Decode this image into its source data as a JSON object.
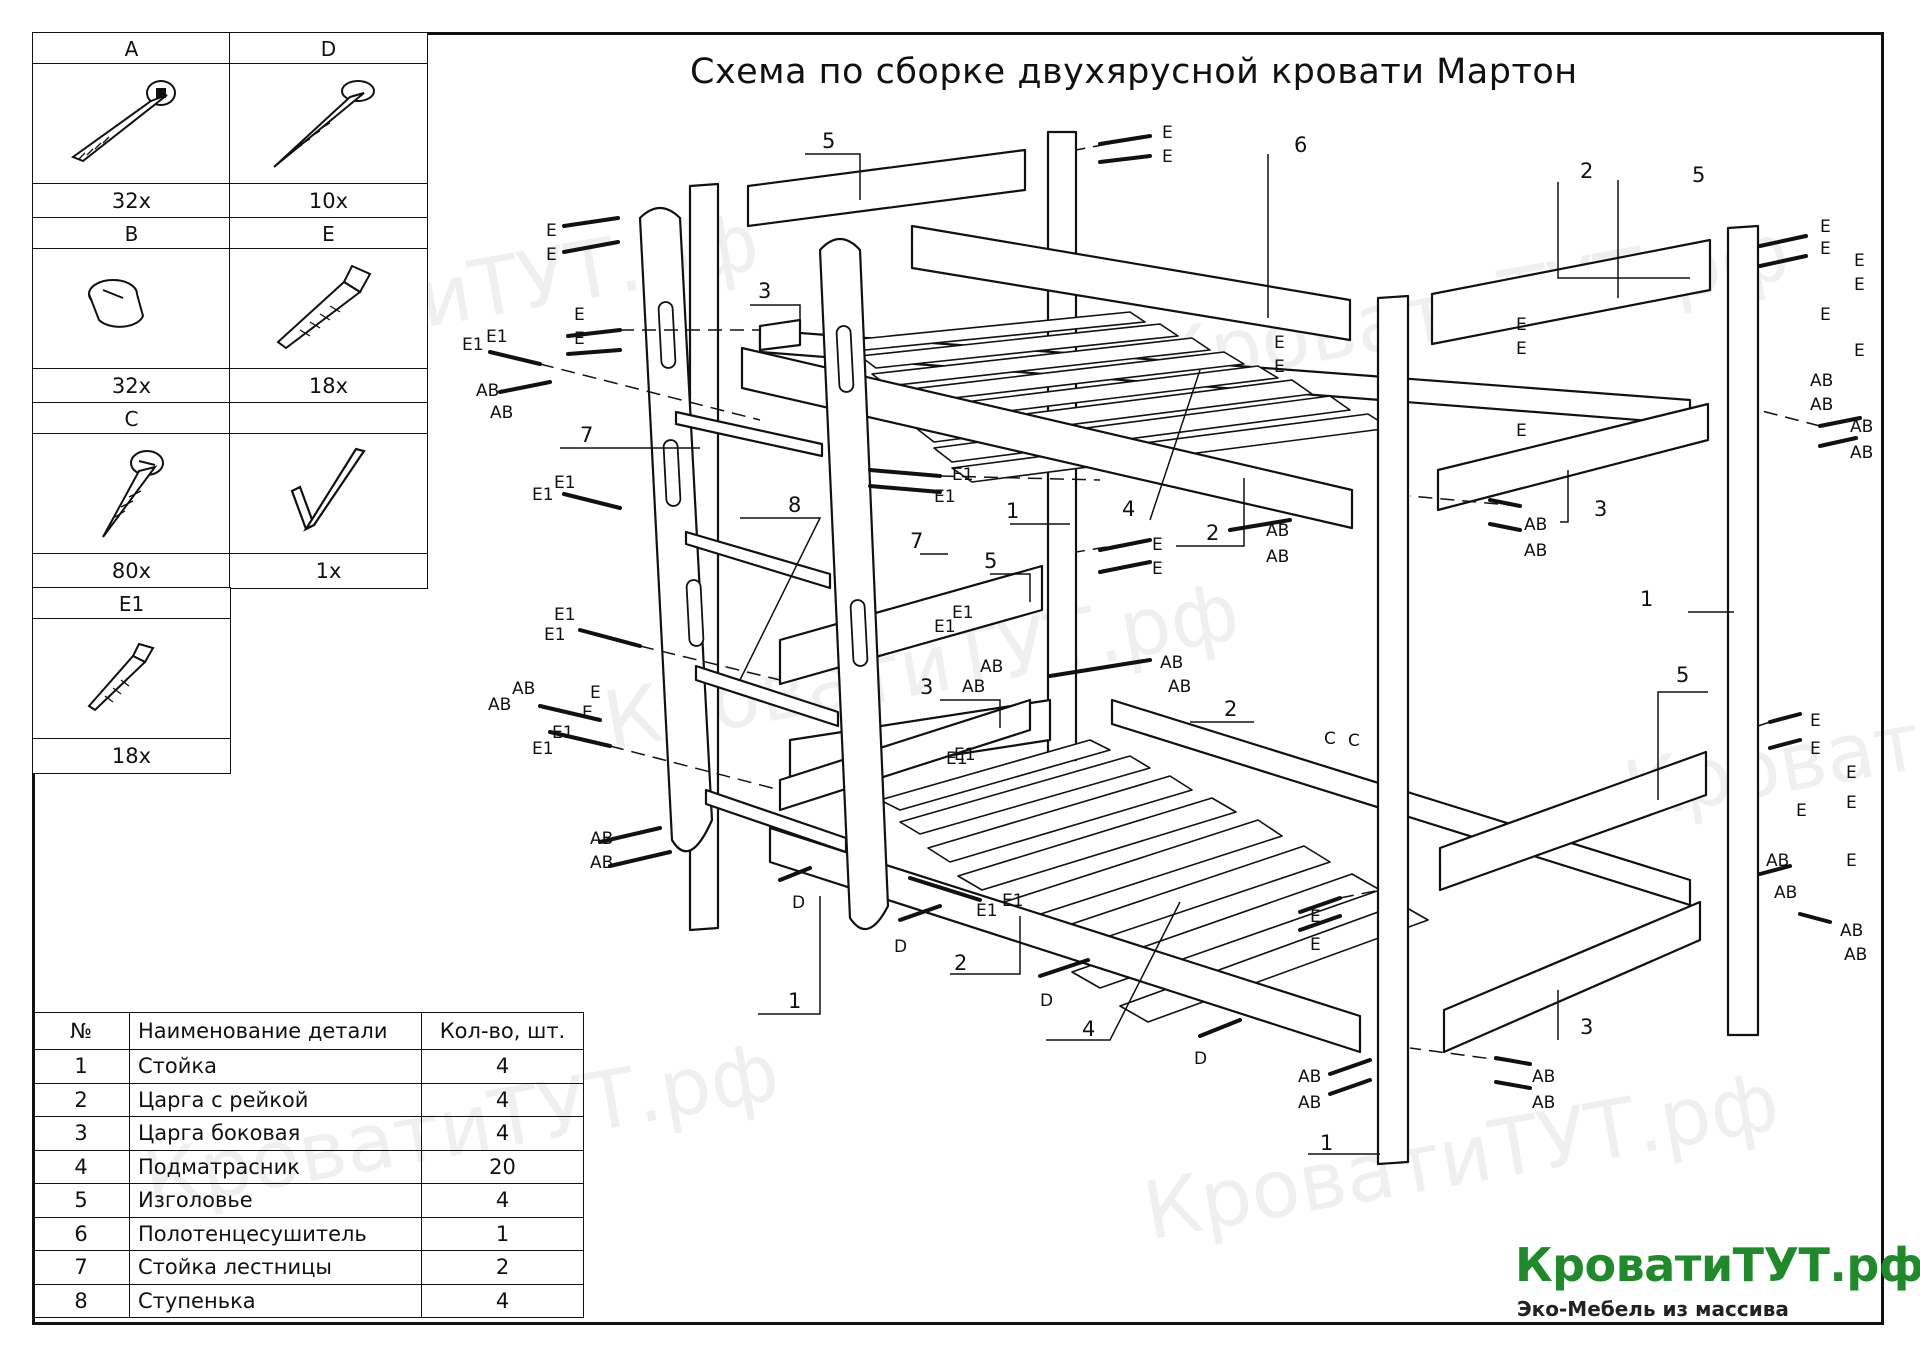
{
  "title": "Схема по сборке двухярусной кровати Мартон",
  "hardware": [
    {
      "code": "A",
      "qty": "32x",
      "icon": "bolt-icon"
    },
    {
      "code": "D",
      "qty": "10x",
      "icon": "wood-screw-icon"
    },
    {
      "code": "B",
      "qty": "32x",
      "icon": "barrel-nut-icon"
    },
    {
      "code": "E",
      "qty": "18x",
      "icon": "confirmat-screw-icon"
    },
    {
      "code": "C",
      "qty": "80x",
      "icon": "short-screw-icon"
    },
    {
      "code": "",
      "qty": "1x",
      "icon": "hex-key-icon"
    },
    {
      "code": "E1",
      "qty": "18x",
      "icon": "confirmat-screw-small-icon"
    }
  ],
  "parts_table": {
    "headers": [
      "№",
      "Наименование детали",
      "Кол-во, шт."
    ],
    "rows": [
      {
        "no": "1",
        "name": "Стойка",
        "qty": "4"
      },
      {
        "no": "2",
        "name": "Царга с рейкой",
        "qty": "4"
      },
      {
        "no": "3",
        "name": "Царга боковая",
        "qty": "4"
      },
      {
        "no": "4",
        "name": "Подматрасник",
        "qty": "20"
      },
      {
        "no": "5",
        "name": "Изголовье",
        "qty": "4"
      },
      {
        "no": "6",
        "name": "Полотенцесушитель",
        "qty": "1"
      },
      {
        "no": "7",
        "name": "Стойка лестницы",
        "qty": "2"
      },
      {
        "no": "8",
        "name": "Ступенька",
        "qty": "4"
      }
    ]
  },
  "callouts": {
    "n1": "1",
    "n2": "2",
    "n3": "3",
    "n4": "4",
    "n5": "5",
    "n6": "6",
    "n7": "7",
    "n8": "8",
    "E": "E",
    "E1": "E1",
    "AB": "AB",
    "C": "C",
    "D": "D"
  },
  "brand": {
    "name": "КроватиТУТ.рф",
    "tagline": "Эко-Мебель из массива",
    "color": "#1e8a2a"
  },
  "watermark": "КроватиТУТ.рф"
}
